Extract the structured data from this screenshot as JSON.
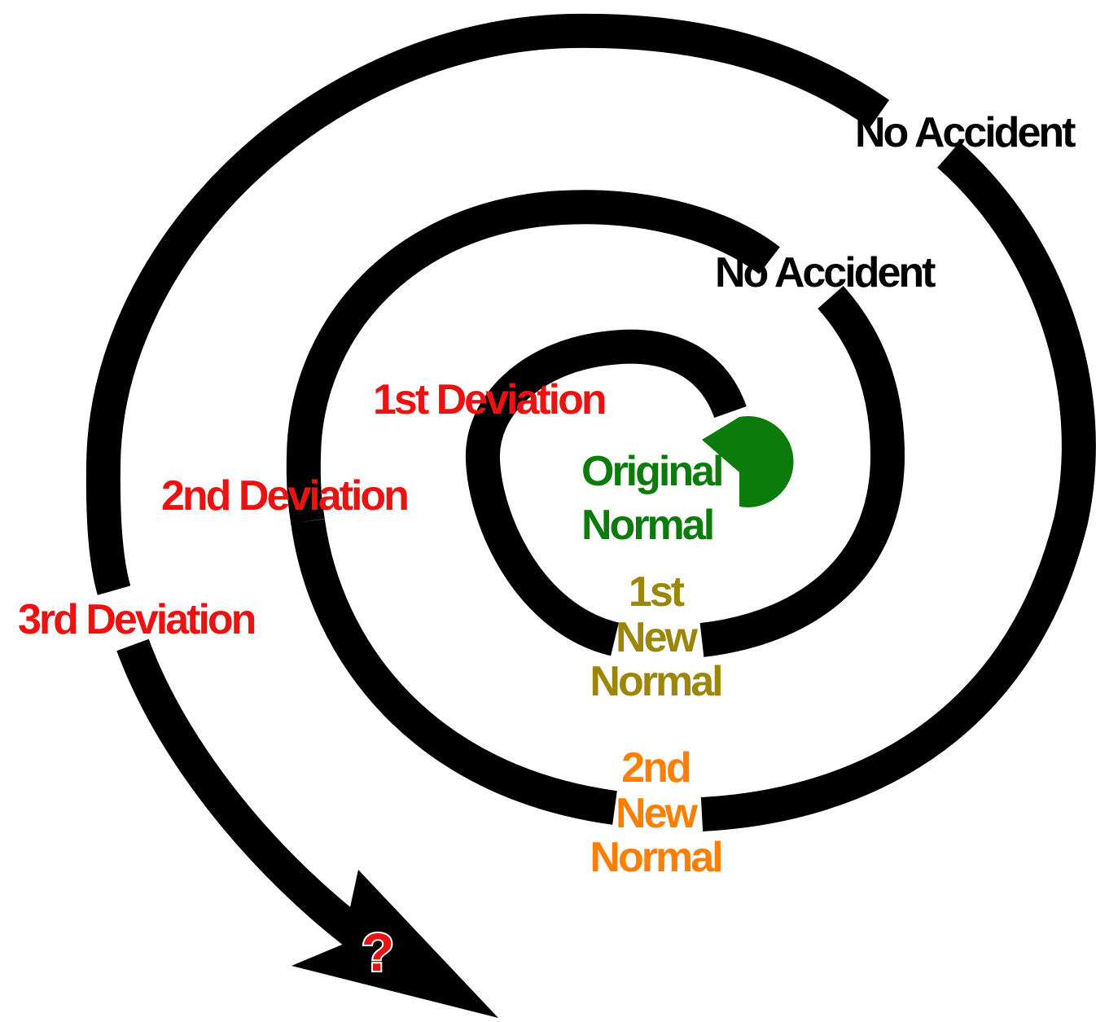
{
  "labels": {
    "no_accident_outer": "No Accident",
    "no_accident_inner": "No Accident",
    "first_deviation": "1st Deviation",
    "second_deviation": "2nd Deviation",
    "third_deviation": "3rd Deviation",
    "original_normal": [
      "Original",
      "Normal"
    ],
    "first_new_normal": [
      "1st",
      "New",
      "Normal"
    ],
    "second_new_normal": [
      "2nd",
      "New",
      "Normal"
    ],
    "question_mark": "?"
  },
  "colors": {
    "spiral": "#000000",
    "deviation": "#ee1111",
    "accident": "#000000",
    "original_normal": "#0b7b0b",
    "first_new_normal": "#9c8608",
    "second_new_normal": "#ff7f00",
    "question": "#ee1111"
  }
}
